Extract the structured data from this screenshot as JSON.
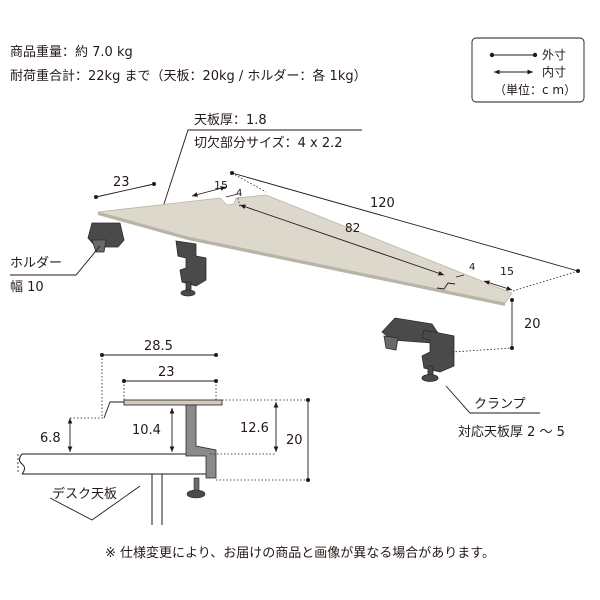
{
  "specs": {
    "weight": "商品重量：約 7.0 kg",
    "load": "耐荷重合計：22kg まで（天板：20kg / ホルダー：各 1kg）"
  },
  "legend": {
    "outer": "外寸",
    "inner": "内寸",
    "unit": "（単位：c m）"
  },
  "callouts": {
    "thickness": "天板厚：1.8",
    "notch": "切欠部分サイズ：4 x 2.2",
    "holder_name": "ホルダー",
    "holder_width": "幅 10",
    "clamp_name": "クランプ",
    "clamp_range": "対応天板厚 2 ～ 5",
    "desk": "デスク天板"
  },
  "dims_top": {
    "length": "120",
    "inner_length": "82",
    "depth": "23",
    "notch_left_offset": "15",
    "notch_left_width": "4",
    "notch_right_width": "4",
    "notch_right_offset": "15",
    "height": "20"
  },
  "dims_side": {
    "overall_depth": "28.5",
    "board_depth": "23",
    "clearance": "10.4",
    "holder_drop": "6.8",
    "inner_height": "12.6",
    "total_height": "20"
  },
  "note": "※ 仕様変更により、お届けの商品と画像が異なる場合があります。",
  "colors": {
    "board": "#dcd9cc",
    "board_edge": "#b9b5a6",
    "metal": "#4a4a4a",
    "text": "#231815"
  }
}
